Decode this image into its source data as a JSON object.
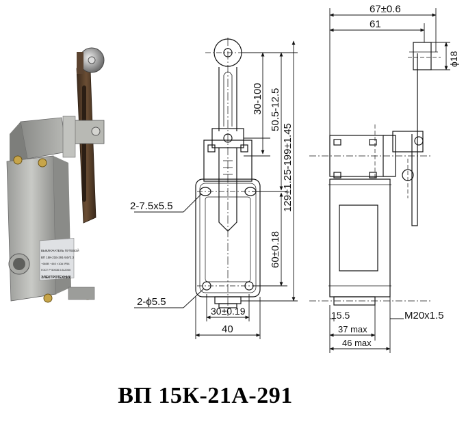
{
  "caption": "ВП 15К-21А-291",
  "photo": {
    "label_line1": "ВЫКЛЮЧАТЕЛЬ ПУТЕВОЙ",
    "label_line2": "ВП 15К-21Б-291-54У2.3",
    "label_line3": "~660В  ~440  ≈10А  IP54",
    "label_line4": "ГОСТ Р 50030.5.5-2000",
    "brand": "ЭЛЕКТРОТЕХНИК"
  },
  "front_view": {
    "dim_lever_range": "30-100",
    "dim_roller_height": "50.5-12.5",
    "dim_overall_height": "129±1.25-199±1.45",
    "dim_hole_spacing_v": "60±0.18",
    "dim_slot": "2-7.5x5.5",
    "dim_holes": "2-ϕ5.5",
    "dim_hole_spacing_h": "30±0.19",
    "dim_width": "40"
  },
  "side_view": {
    "dim_overall_depth": "67±0.6",
    "dim_depth": "61",
    "dim_roller_dia": "ϕ18",
    "dim_offset": "15.5",
    "dim_thread": "M20x1.5",
    "dim_37": "37 max",
    "dim_46": "46 max"
  }
}
